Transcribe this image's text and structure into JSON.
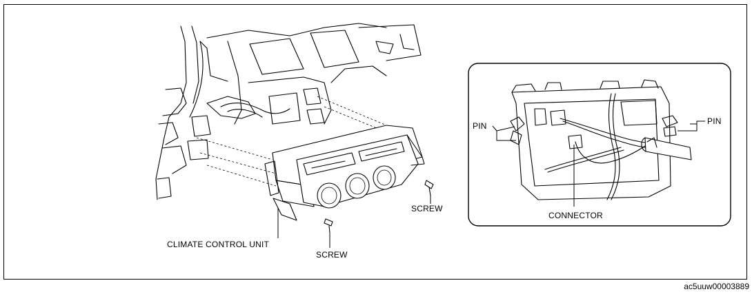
{
  "labels": {
    "climate_control_unit": "CLIMATE CONTROL UNIT",
    "screw_lower": "SCREW",
    "screw_right": "SCREW",
    "pin_left": "PIN",
    "pin_right": "PIN",
    "connector": "CONNECTOR"
  },
  "figure_code": "ac5uuw00003889"
}
